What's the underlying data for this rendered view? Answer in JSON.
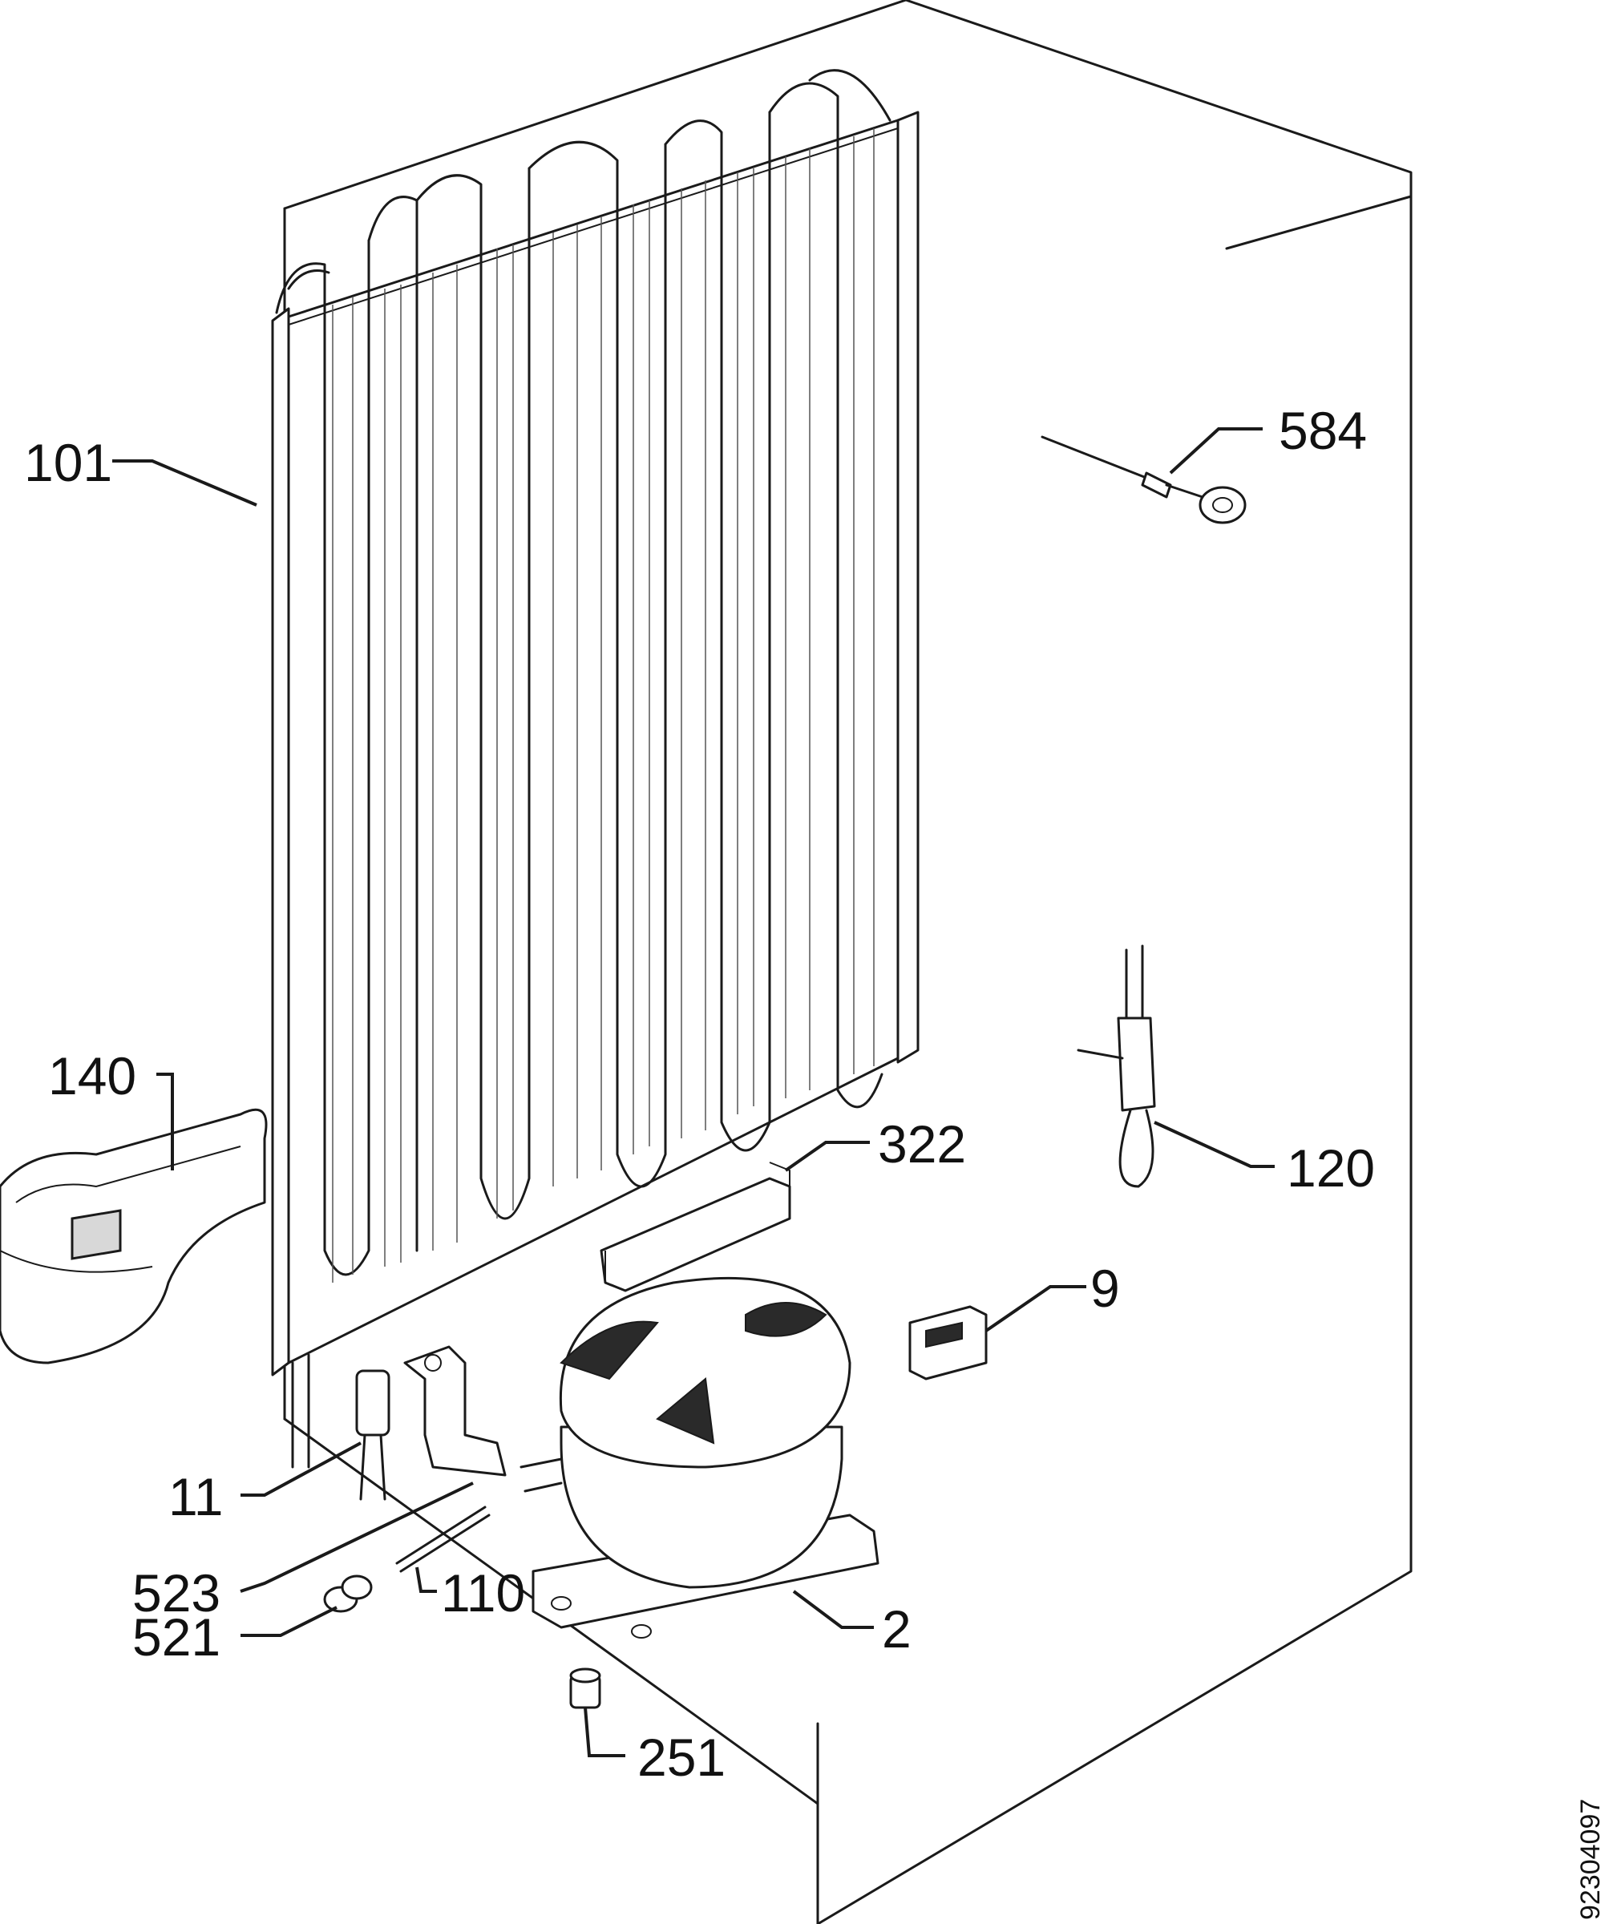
{
  "labels": {
    "l101": "101",
    "l584": "584",
    "l140": "140",
    "l322": "322",
    "l120": "120",
    "l9": "9",
    "l11": "11",
    "l523": "523",
    "l110": "110",
    "l521": "521",
    "l2": "2",
    "l251": "251"
  },
  "drawing_code": "92304097",
  "colors": {
    "line": "#1a1a1a",
    "background": "#ffffff"
  }
}
